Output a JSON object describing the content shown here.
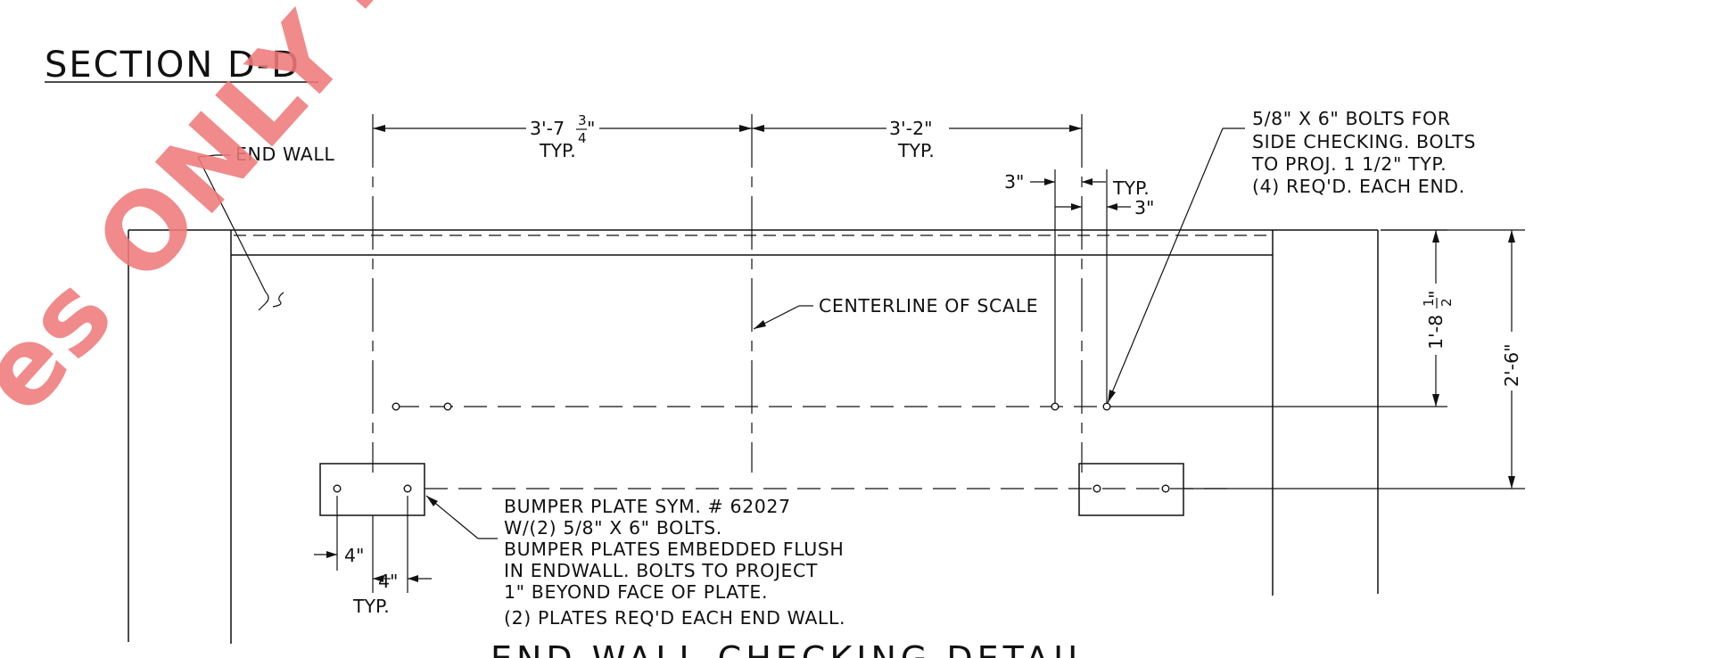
{
  "section_title": "SECTION D-D",
  "watermark": {
    "text": "es ONLY -",
    "color": "#f07b7b"
  },
  "labels": {
    "end_wall": "END WALL",
    "centerline": "CENTERLINE OF SCALE",
    "bottom_title": "END WALL CHECKING DETAIL"
  },
  "dimensions": {
    "dim1": {
      "whole": "3'-7",
      "num": "3",
      "den": "4",
      "close": "\"",
      "note": "TYP."
    },
    "dim2": {
      "text": "3'-2\"",
      "note": "TYP."
    },
    "left_3in": "3\"",
    "typ": "TYP.",
    "right_3in": "3\"",
    "vert1": {
      "whole": "1'-8",
      "num": "1",
      "den": "2",
      "close": "\""
    },
    "vert2": "2'-6\"",
    "bottom_4in_a": "4\"",
    "bottom_4in_b": "4\"",
    "bottom_typ": "TYP."
  },
  "bolt_note": [
    "5/8\" X 6\" BOLTS FOR",
    "SIDE CHECKING. BOLTS",
    "TO PROJ. 1 1/2\" TYP.",
    "(4) REQ'D. EACH END."
  ],
  "bumper_note": [
    "BUMPER PLATE SYM. # 62027",
    "W/(2) 5/8\" X 6\" BOLTS.",
    "BUMPER PLATES EMBEDDED FLUSH",
    "IN ENDWALL. BOLTS TO PROJECT",
    "1\" BEYOND FACE OF PLATE.",
    "(2) PLATES REQ'D EACH END WALL."
  ]
}
